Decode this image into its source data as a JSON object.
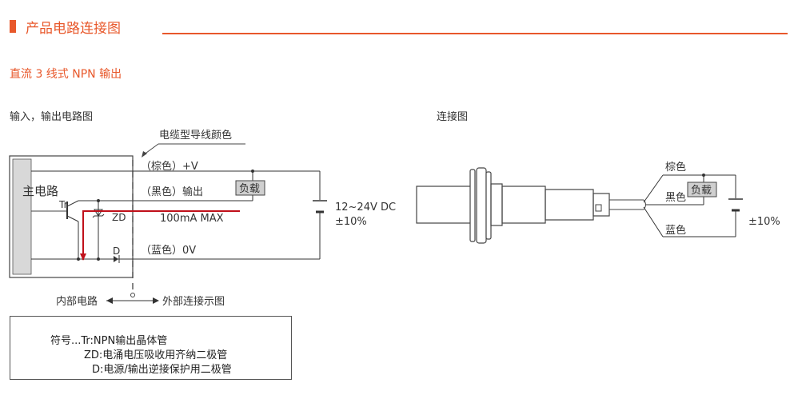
{
  "header": {
    "title": "产品电路连接图"
  },
  "subtitle": "直流 3 线式 NPN 输出",
  "left_diagram": {
    "title": "输入，输出电路图",
    "cable_label": "电缆型导线颜色",
    "main_circuit": "主电路",
    "tr_label": "Tr",
    "zd_label": "ZD",
    "d_label": "D",
    "brown_label": "（棕色）+V",
    "black_label": "（黑色）输出",
    "blue_label": "（蓝色）0V",
    "load": "负载",
    "current": "100mA MAX",
    "supply_line1": "12~24V DC",
    "supply_line2": "±10%",
    "internal": "内部电路",
    "external": "外部连接示图"
  },
  "right_diagram": {
    "title": "连接图",
    "brown": "棕色",
    "black": "黑色",
    "blue": "蓝色",
    "load": "负载",
    "tolerance": "±10%"
  },
  "legend": {
    "line1": "符号...Tr:NPN输出晶体管",
    "line2": "ZD:电涌电压吸收用齐纳二极管",
    "line3": "D:电源/输出逆接保护用二极管"
  },
  "colors": {
    "accent": "#e8582b",
    "current_path": "#c0101a",
    "load_box": "#cfcfcf"
  }
}
